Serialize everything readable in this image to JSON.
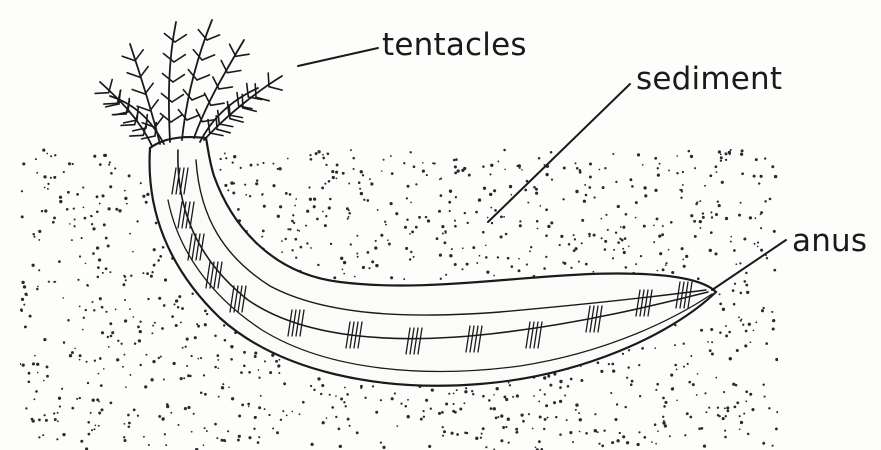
{
  "diagram": {
    "labels": {
      "tentacles": "tentacles",
      "sediment": "sediment",
      "anus": "anus"
    },
    "colors": {
      "ink": "#1a1a1a",
      "background": "#fdfdfc",
      "body_fill": "#fbfbf9"
    }
  }
}
